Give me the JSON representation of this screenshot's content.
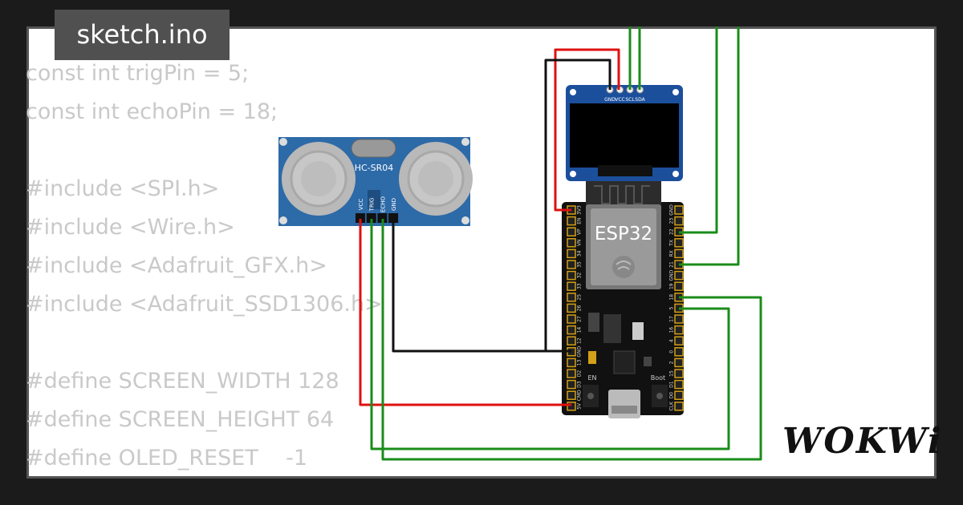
{
  "tab": {
    "title": "sketch.ino"
  },
  "code_lines": [
    "const int trigPin = 5;",
    "const int echoPin = 18;",
    "",
    "#include <SPI.h>",
    "#include <Wire.h>",
    "#include <Adafruit_GFX.h>",
    "#include <Adafruit_SSD1306.h>",
    "",
    "#define SCREEN_WIDTH 128",
    "#define SCREEN_HEIGHT 64",
    "#define OLED_RESET    -1"
  ],
  "components": {
    "sensor": {
      "label": "HC-SR04",
      "pins": [
        "VCC",
        "TRIG",
        "ECHO",
        "GND"
      ]
    },
    "oled": {
      "pins": [
        "GND",
        "VCC",
        "SCL",
        "SDA"
      ]
    },
    "mcu": {
      "label": "ESP32",
      "left_pins": [
        "3V3",
        "EN",
        "VP",
        "VN",
        "34",
        "35",
        "32",
        "33",
        "25",
        "26",
        "27",
        "14",
        "12",
        "GND",
        "13",
        "D2",
        "D3",
        "CMD",
        "5V"
      ],
      "right_pins": [
        "GND",
        "23",
        "22",
        "TX",
        "RX",
        "21",
        "GND",
        "19",
        "18",
        "5",
        "17",
        "16",
        "4",
        "0",
        "2",
        "15",
        "D1",
        "D0",
        "CLK"
      ],
      "button_en": "EN",
      "button_boot": "Boot"
    }
  },
  "wire_colors": {
    "red": "#e01010",
    "black": "#111111",
    "green": "#1a8c1a"
  },
  "brand": {
    "logo": "WOKWi"
  }
}
